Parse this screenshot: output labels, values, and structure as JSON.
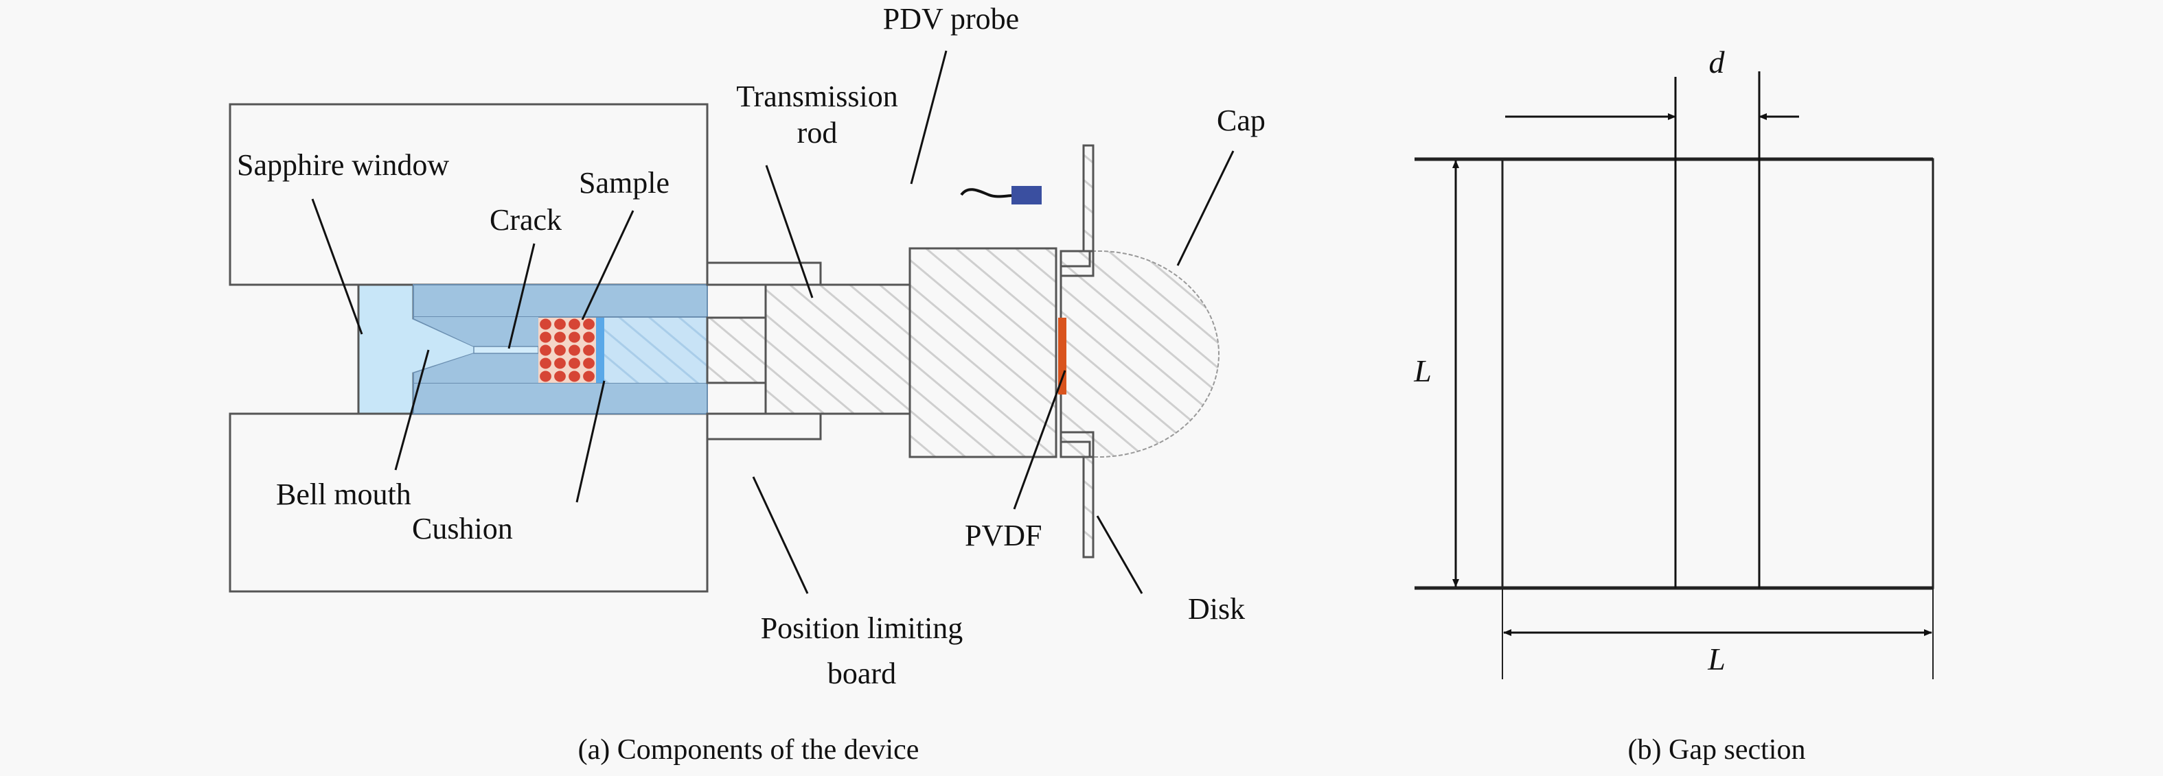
{
  "figure": {
    "panel_a": {
      "caption": "(a) Components of the device",
      "labels": {
        "sapphire_window": "Sapphire window",
        "crack": "Crack",
        "sample": "Sample",
        "transmission_rod_line1": "Transmission",
        "transmission_rod_line2": "rod",
        "pdv_probe": "PDV probe",
        "cap": "Cap",
        "bell_mouth": "Bell mouth",
        "cushion": "Cushion",
        "pvdf": "PVDF",
        "disk": "Disk",
        "position_limiting_board_line1": "Position limiting",
        "position_limiting_board_line2": "board"
      },
      "sample_grid": {
        "columns": 4,
        "rows": 5
      },
      "colors": {
        "sapphire_window": "#c8e6f8",
        "body_fill": "#9fc3e0",
        "sample_dot": "#d64535",
        "cushion": "#5aa8e8",
        "pvdf": "#d9541e",
        "pdv_probe": "#3a4fa0",
        "hatch_line": "#cfcfcf",
        "outline": "#555555"
      }
    },
    "panel_b": {
      "caption": "(b) Gap section",
      "gap_label": "d",
      "height_label": "L",
      "width_label": "L"
    }
  }
}
